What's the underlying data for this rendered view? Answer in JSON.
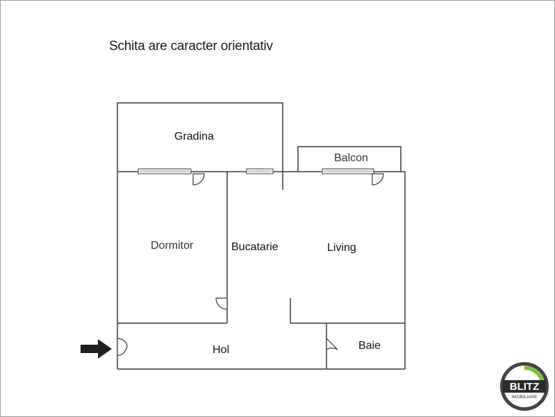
{
  "caption": "Schita are caracter orientativ",
  "rooms": {
    "gradina": "Gradina",
    "balcon": "Balcon",
    "dormitor": "Dormitor",
    "bucatarie": "Bucatarie",
    "living": "Living",
    "hol": "Hol",
    "baie": "Baie"
  },
  "logo": {
    "brand": "BLITZ",
    "sub": "IMOBILIARE"
  },
  "colors": {
    "wall": "#3a3a3a",
    "arrow": "#1f1f1f",
    "logo_ring": "#444444",
    "logo_accent": "#7fbf3f"
  }
}
